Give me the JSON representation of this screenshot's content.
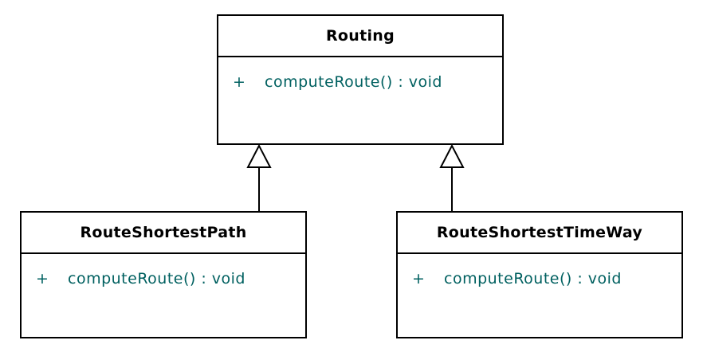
{
  "diagram": {
    "type": "uml-class-diagram",
    "parent": {
      "name": "Routing",
      "method_visibility": "+",
      "method_signature": "computeRoute() : void"
    },
    "children": [
      {
        "name": "RouteShortestPath",
        "method_visibility": "+",
        "method_signature": "computeRoute() : void"
      },
      {
        "name": "RouteShortestTimeWay",
        "method_visibility": "+",
        "method_signature": "computeRoute() : void"
      }
    ],
    "relations": [
      {
        "type": "generalization",
        "from": "RouteShortestPath",
        "to": "Routing"
      },
      {
        "type": "generalization",
        "from": "RouteShortestTimeWay",
        "to": "Routing"
      }
    ],
    "colors": {
      "border": "#000000",
      "title_text": "#000000",
      "method_text": "#006060",
      "background": "#ffffff"
    }
  }
}
